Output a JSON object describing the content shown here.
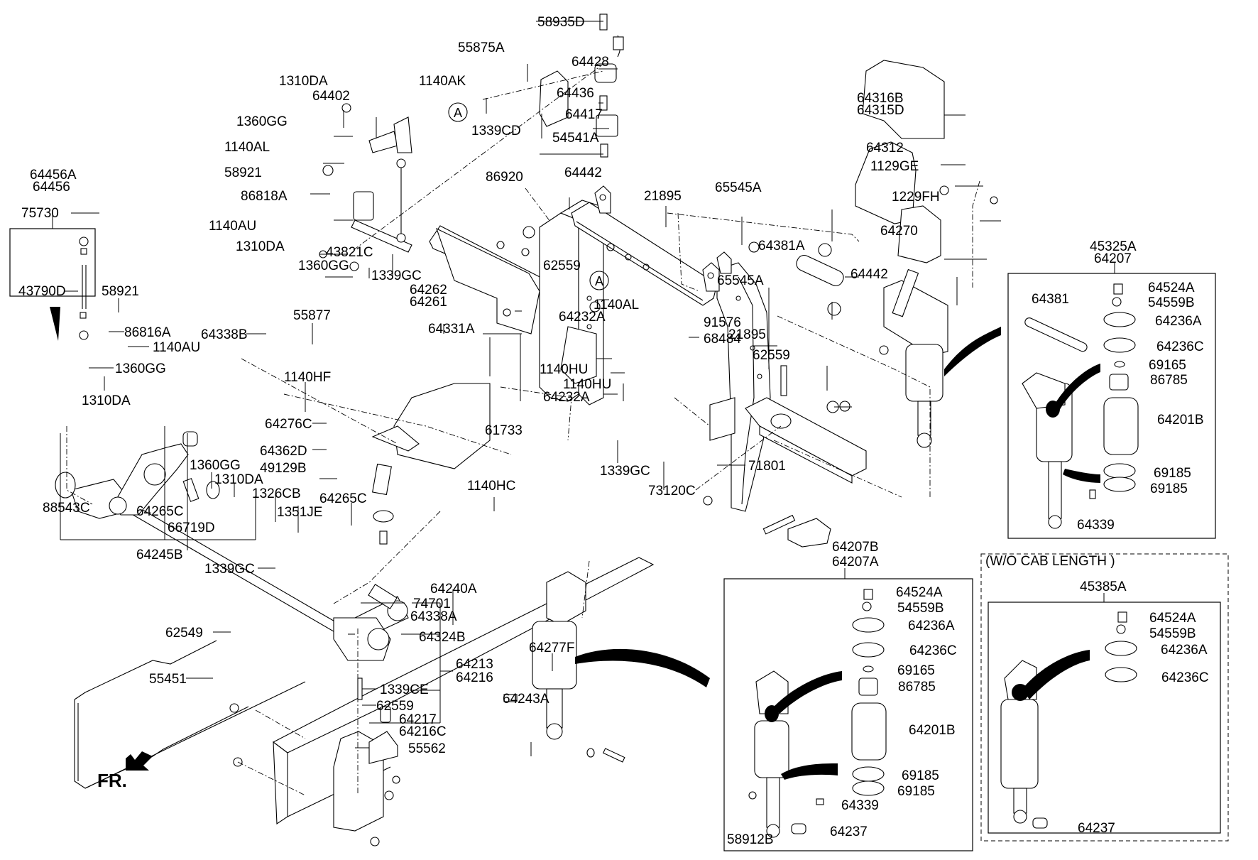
{
  "diagram": {
    "title": "Front Air Suspension Exploded Parts Diagram",
    "direction_marker": "FR.",
    "reference_marks": [
      "A",
      "A"
    ],
    "inset_boxes": {
      "stabilizer_link": {
        "header_labels": [
          "64456A",
          "64456"
        ],
        "parts": [
          "75730",
          "43790D"
        ]
      },
      "spring_assy_main": {
        "header_labels": [
          "45325A",
          "64207"
        ],
        "parts": [
          "64524A",
          "54559B",
          "64236A",
          "64236C",
          "69165",
          "86785",
          "64201B",
          "69185",
          "69185",
          "64339",
          "64381"
        ]
      },
      "spring_assy_alt": {
        "header_labels": [
          "64207B",
          "64207A"
        ],
        "parts": [
          "64524A",
          "54559B",
          "64236A",
          "64236C",
          "69165",
          "86785",
          "64201B",
          "69185",
          "69185",
          "64339",
          "64237",
          "58912B"
        ]
      },
      "wo_cab_length": {
        "caption": "(W/O CAB LENGTH )",
        "header_labels": [
          "45385A"
        ],
        "parts": [
          "64524A",
          "54559B",
          "64236A",
          "64236C",
          "64237"
        ]
      }
    },
    "labels": {
      "l58935D": "58935D",
      "l55875A": "55875A",
      "l64428": "64428",
      "l1140AK": "1140AK",
      "l64436": "64436",
      "l64417": "64417",
      "l1339CD": "1339CD",
      "l54541A": "54541A",
      "l1310DA_a": "1310DA",
      "l64402": "64402",
      "l1360GG_a": "1360GG",
      "l1140AL_a": "1140AL",
      "l58921_a": "58921",
      "l86818A": "86818A",
      "l1140AU_a": "1140AU",
      "l1310DA_b": "1310DA",
      "l43821C": "43821C",
      "l1360GG_b": "1360GG",
      "l64316B": "64316B",
      "l64315D": "64315D",
      "l64312": "64312",
      "l1129GE": "1129GE",
      "l1229FH": "1229FH",
      "l64270": "64270",
      "l86920": "86920",
      "l64442_a": "64442",
      "l21895_a": "21895",
      "l65545A_a": "65545A",
      "l64381A": "64381A",
      "l64442_b": "64442",
      "l65545A_b": "65545A",
      "l21895_b": "21895",
      "l62559_a": "62559",
      "l1339GC_a": "1339GC",
      "l64262": "64262",
      "l64261": "64261",
      "l64232A_a": "64232A",
      "l1140AL_b": "1140AL",
      "l91576": "91576",
      "l68484": "68484",
      "l62559_b": "62559",
      "l64456A": "64456A",
      "l64456": "64456",
      "l75730": "75730",
      "l43790D": "43790D",
      "l58921_b": "58921",
      "l86816A": "86816A",
      "l1140AU_b": "1140AU",
      "l1360GG_c": "1360GG",
      "l1310DA_c": "1310DA",
      "l55877": "55877",
      "l64338B": "64338B",
      "l64331A": "64331A",
      "l1140HF": "1140HF",
      "l1140HU_a": "1140HU",
      "l1140HU_b": "1140HU",
      "l64232A_b": "64232A",
      "l64276C": "64276C",
      "l61733": "61733",
      "l64362D": "64362D",
      "l49129B": "49129B",
      "l1339GC_b": "1339GC",
      "l71801": "71801",
      "l1360GG_d": "1360GG",
      "l1310DA_d": "1310DA",
      "l73120C": "73120C",
      "l1326CB": "1326CB",
      "l64265C_a": "64265C",
      "l1351JE": "1351JE",
      "l88543C": "88543C",
      "l64265C_b": "64265C",
      "l66719D": "66719D",
      "l64245B": "64245B",
      "l1140HC": "1140HC",
      "l1339GC_c": "1339GC",
      "l64240A": "64240A",
      "l74701": "74701",
      "l64338A": "64338A",
      "l62549": "62549",
      "l64324B": "64324B",
      "l64213": "64213",
      "l64216": "64216",
      "l64277F": "64277F",
      "l55451": "55451",
      "l1339CE": "1339CE",
      "l62559_c": "62559",
      "l64243A": "64243A",
      "l64217": "64217",
      "l64216C": "64216C",
      "l55562": "55562",
      "l45325A": "45325A",
      "l64207": "64207",
      "r_64524A": "64524A",
      "r_54559B": "54559B",
      "r_64381": "64381",
      "r_64236A": "64236A",
      "r_64236C": "64236C",
      "r_69165": "69165",
      "r_86785": "86785",
      "r_64201B": "64201B",
      "r_69185a": "69185",
      "r_69185b": "69185",
      "r_64339": "64339",
      "l64207B": "64207B",
      "l64207A": "64207A",
      "m_64524A": "64524A",
      "m_54559B": "54559B",
      "m_64236A": "64236A",
      "m_64236C": "64236C",
      "m_69165": "69165",
      "m_86785": "86785",
      "m_64201B": "64201B",
      "m_69185a": "69185",
      "m_69185b": "69185",
      "m_64339": "64339",
      "m_58912B": "58912B",
      "m_64237": "64237",
      "wo_caption": "(W/O CAB LENGTH )",
      "l45385A": "45385A",
      "w_64524A": "64524A",
      "w_54559B": "54559B",
      "w_64236A": "64236A",
      "w_64236C": "64236C",
      "w_64237": "64237",
      "ref_A1": "A",
      "ref_A2": "A",
      "fr": "FR."
    },
    "icons": {
      "direction_arrow": "arrow-down-left-icon"
    }
  }
}
